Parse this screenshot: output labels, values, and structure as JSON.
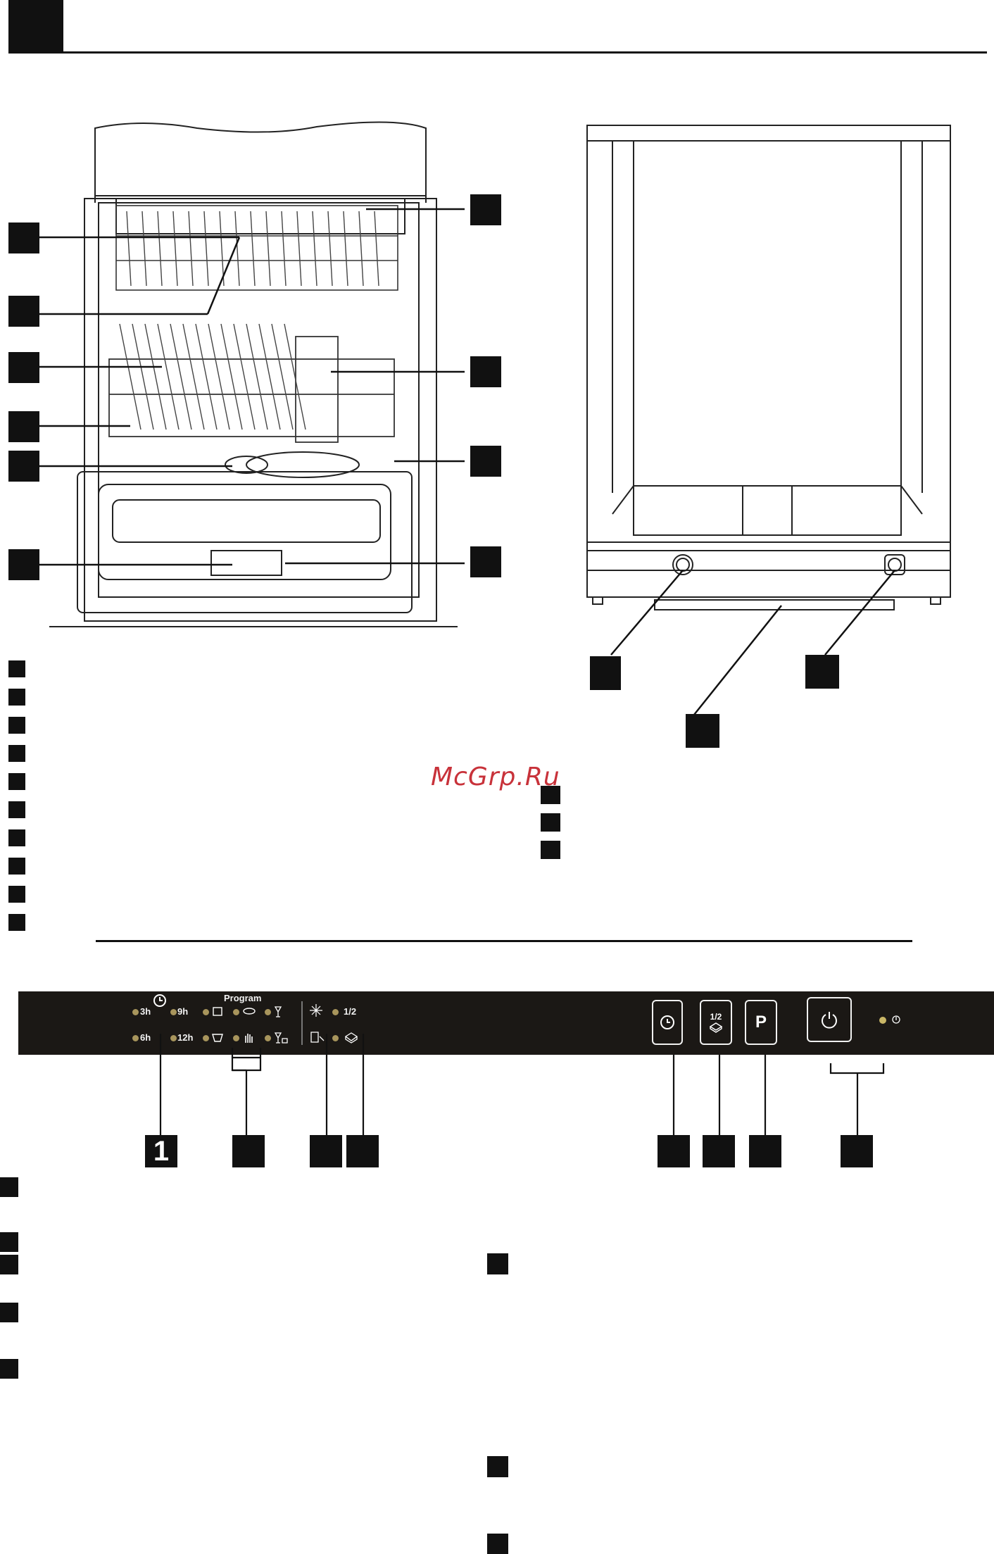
{
  "header": {
    "rule": true
  },
  "watermark": {
    "text": "McGrp.Ru"
  },
  "control_panel": {
    "delay_labels": [
      "3h",
      "9h",
      "6h",
      "12h"
    ],
    "program_label": "Program",
    "half_load_label": "1/2",
    "half_load_button_label": "1/2",
    "program_button_label": "P"
  },
  "callouts": {
    "first_number": "1"
  },
  "icons": [
    "clock-icon",
    "power-icon",
    "tablet-icon",
    "star-icon"
  ]
}
